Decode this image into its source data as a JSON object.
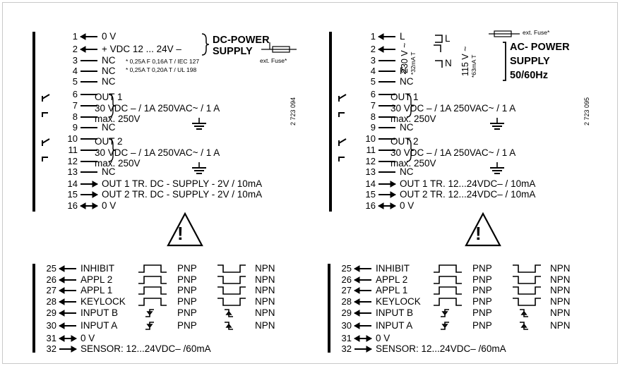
{
  "left": {
    "pins": [
      {
        "n": "1",
        "label": "0 V"
      },
      {
        "n": "2",
        "label": "+  VDC 12 ... 24V –"
      },
      {
        "n": "3",
        "label": "NC"
      },
      {
        "n": "4",
        "label": "NC"
      },
      {
        "n": "5",
        "label": "NC"
      },
      {
        "n": "6",
        "label": ""
      },
      {
        "n": "7",
        "label": ""
      },
      {
        "n": "8",
        "label": ""
      },
      {
        "n": "9",
        "label": "NC"
      },
      {
        "n": "10",
        "label": ""
      },
      {
        "n": "11",
        "label": ""
      },
      {
        "n": "12",
        "label": ""
      },
      {
        "n": "13",
        "label": "NC"
      },
      {
        "n": "14",
        "label": "OUT 1 TR. DC - SUPPLY - 2V / 10mA"
      },
      {
        "n": "15",
        "label": "OUT 2 TR. DC - SUPPLY - 2V / 10mA"
      },
      {
        "n": "16",
        "label": "0 V"
      }
    ],
    "supply_title_1": "DC-POWER",
    "supply_title_2": "SUPPLY",
    "fuse_label": "ext. Fuse*",
    "fuse_note_1": "* 0,25A F   0,16A T / IEC 127",
    "fuse_note_2": "* 0,25A T   0,20A T / UL 198",
    "out1_label": "OUT 1",
    "out2_label": "OUT 2",
    "rating": "30 VDC – / 1A   250VAC~ / 1 A",
    "max_voltage": "max. 250V",
    "part_number": "2 723 094"
  },
  "right": {
    "pins": [
      {
        "n": "1",
        "label": "L"
      },
      {
        "n": "2",
        "label": ""
      },
      {
        "n": "3",
        "label": ""
      },
      {
        "n": "4",
        "label": "N"
      },
      {
        "n": "5",
        "label": "NC"
      },
      {
        "n": "6",
        "label": ""
      },
      {
        "n": "7",
        "label": ""
      },
      {
        "n": "8",
        "label": ""
      },
      {
        "n": "9",
        "label": "NC"
      },
      {
        "n": "10",
        "label": ""
      },
      {
        "n": "11",
        "label": ""
      },
      {
        "n": "12",
        "label": ""
      },
      {
        "n": "13",
        "label": "NC"
      },
      {
        "n": "14",
        "label": "OUT 1 TR.     12...24VDC– / 10mA"
      },
      {
        "n": "15",
        "label": "OUT 2 TR.     12...24VDC– / 10mA"
      },
      {
        "n": "16",
        "label": "0 V"
      }
    ],
    "v230": "230 V ~",
    "v230_fuse": "*32mA T",
    "v115": "115 V ~",
    "v115_fuse": "*63mA T",
    "l_label": "L",
    "n_label": "N",
    "supply_title_1": "AC- POWER",
    "supply_title_2": "SUPPLY",
    "supply_title_3": "50/60Hz",
    "fuse_label": "ext. Fuse*",
    "out1_label": "OUT 1",
    "out2_label": "OUT 2",
    "rating": "30 VDC – / 1A   250VAC~ / 1 A",
    "max_voltage": "max. 250V",
    "part_number": "2 723 095"
  },
  "inputs_left": [
    {
      "n": "25",
      "label": "INHIBIT",
      "pnp": "PNP",
      "npn": "NPN"
    },
    {
      "n": "26",
      "label": "APPL 2",
      "pnp": "PNP",
      "npn": "NPN"
    },
    {
      "n": "27",
      "label": "APPL 1",
      "pnp": "PNP",
      "npn": "NPN"
    },
    {
      "n": "28",
      "label": "KEYLOCK",
      "pnp": "PNP",
      "npn": "NPN"
    },
    {
      "n": "29",
      "label": "INPUT B",
      "pnp": "PNP",
      "npn": "NPN"
    },
    {
      "n": "30",
      "label": "INPUT A",
      "pnp": "PNP",
      "npn": "NPN"
    },
    {
      "n": "31",
      "label": "0 V",
      "pnp": "",
      "npn": ""
    },
    {
      "n": "32",
      "label": "SENSOR:  12...24VDC–  /60mA",
      "pnp": "",
      "npn": ""
    }
  ],
  "inputs_right": [
    {
      "n": "25",
      "label": "INHIBIT",
      "pnp": "PNP",
      "npn": "NPN"
    },
    {
      "n": "26",
      "label": "APPL 2",
      "pnp": "PNP",
      "npn": "NPN"
    },
    {
      "n": "27",
      "label": "APPL 1",
      "pnp": "PNP",
      "npn": "NPN"
    },
    {
      "n": "28",
      "label": "KEYLOCK",
      "pnp": "PNP",
      "npn": "NPN"
    },
    {
      "n": "29",
      "label": "INPUT B",
      "pnp": "PNP",
      "npn": "NPN"
    },
    {
      "n": "30",
      "label": "INPUT A",
      "pnp": "PNP",
      "npn": "NPN"
    },
    {
      "n": "31",
      "label": "0 V",
      "pnp": "",
      "npn": ""
    },
    {
      "n": "32",
      "label": "SENSOR:  12...24VDC–  /60mA",
      "pnp": "",
      "npn": ""
    }
  ],
  "warning_symbol": "!"
}
